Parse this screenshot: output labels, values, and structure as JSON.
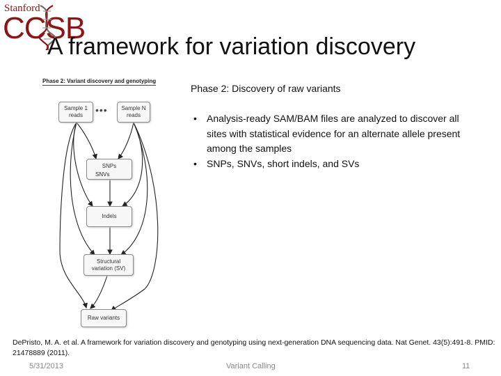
{
  "logo": {
    "top_text": "Stanford",
    "main_text": "CCSB"
  },
  "title": "A framework for variation discovery",
  "figure": {
    "title": "Phase 2: Variant discovery and genotyping",
    "nodes": {
      "sample1": [
        "Sample 1",
        "reads"
      ],
      "sampleN": [
        "Sample N",
        "reads"
      ],
      "snps": "SNPs",
      "indels": "Indels",
      "sv": [
        "Structural",
        "variation (SV)"
      ],
      "raw": "Raw variants"
    },
    "dots": "•••",
    "extra_label": "SNVs"
  },
  "content": {
    "heading": "Phase 2:  Discovery of raw variants",
    "bullets": [
      "Analysis-ready SAM/BAM files are analyzed to discover all sites with statistical evidence for an alternate allele present among the samples",
      "SNPs, SNVs, short indels, and SVs"
    ]
  },
  "citation": "DePristo, M. A. et al. A framework for variation discovery and genotyping using next-generation DNA sequencing data. Nat Genet. 43(5):491-8. PMID: 21478889 (2011).",
  "footer": {
    "date": "5/31/2013",
    "center": "Variant Calling",
    "page": "11"
  },
  "colors": {
    "stanford_red": "#8c1515",
    "footer_gray": "#888888"
  }
}
